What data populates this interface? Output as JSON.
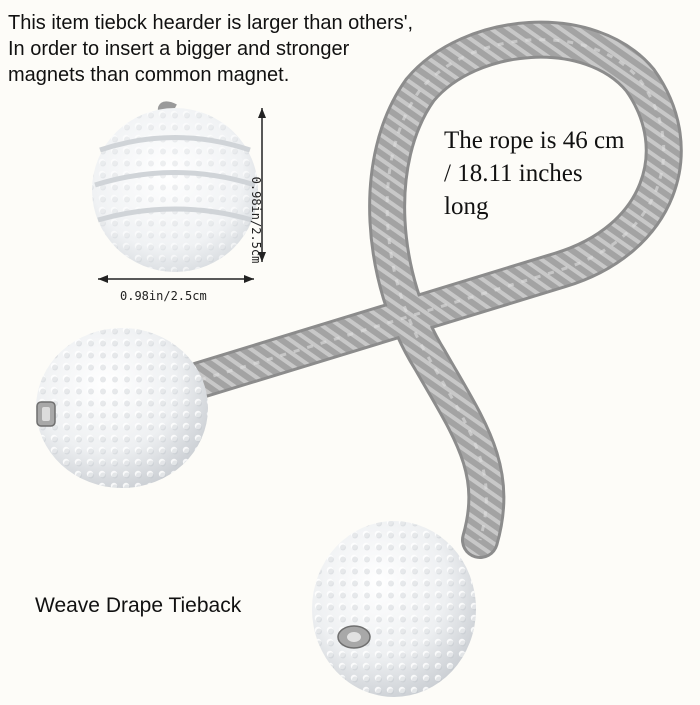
{
  "headline": {
    "lines": [
      "This item tiebck hearder is larger than others',",
      "In order to insert a bigger and stronger",
      "magnets than common magnet."
    ]
  },
  "rope_note": {
    "lines": [
      "The rope is 46 cm",
      "/ 18.11 inches",
      "long"
    ]
  },
  "dimension": {
    "width_label": "0.98in/2.5cm",
    "height_label": "0.98in/2.5cm"
  },
  "product_name": "Weave Drape Tieback",
  "colors": {
    "background": "#fdfcf8",
    "rope": "#9a9a9a",
    "rope_highlight": "#c6c6c6",
    "ball": "#f2f4f6",
    "magnet": "#a8a8a8"
  }
}
